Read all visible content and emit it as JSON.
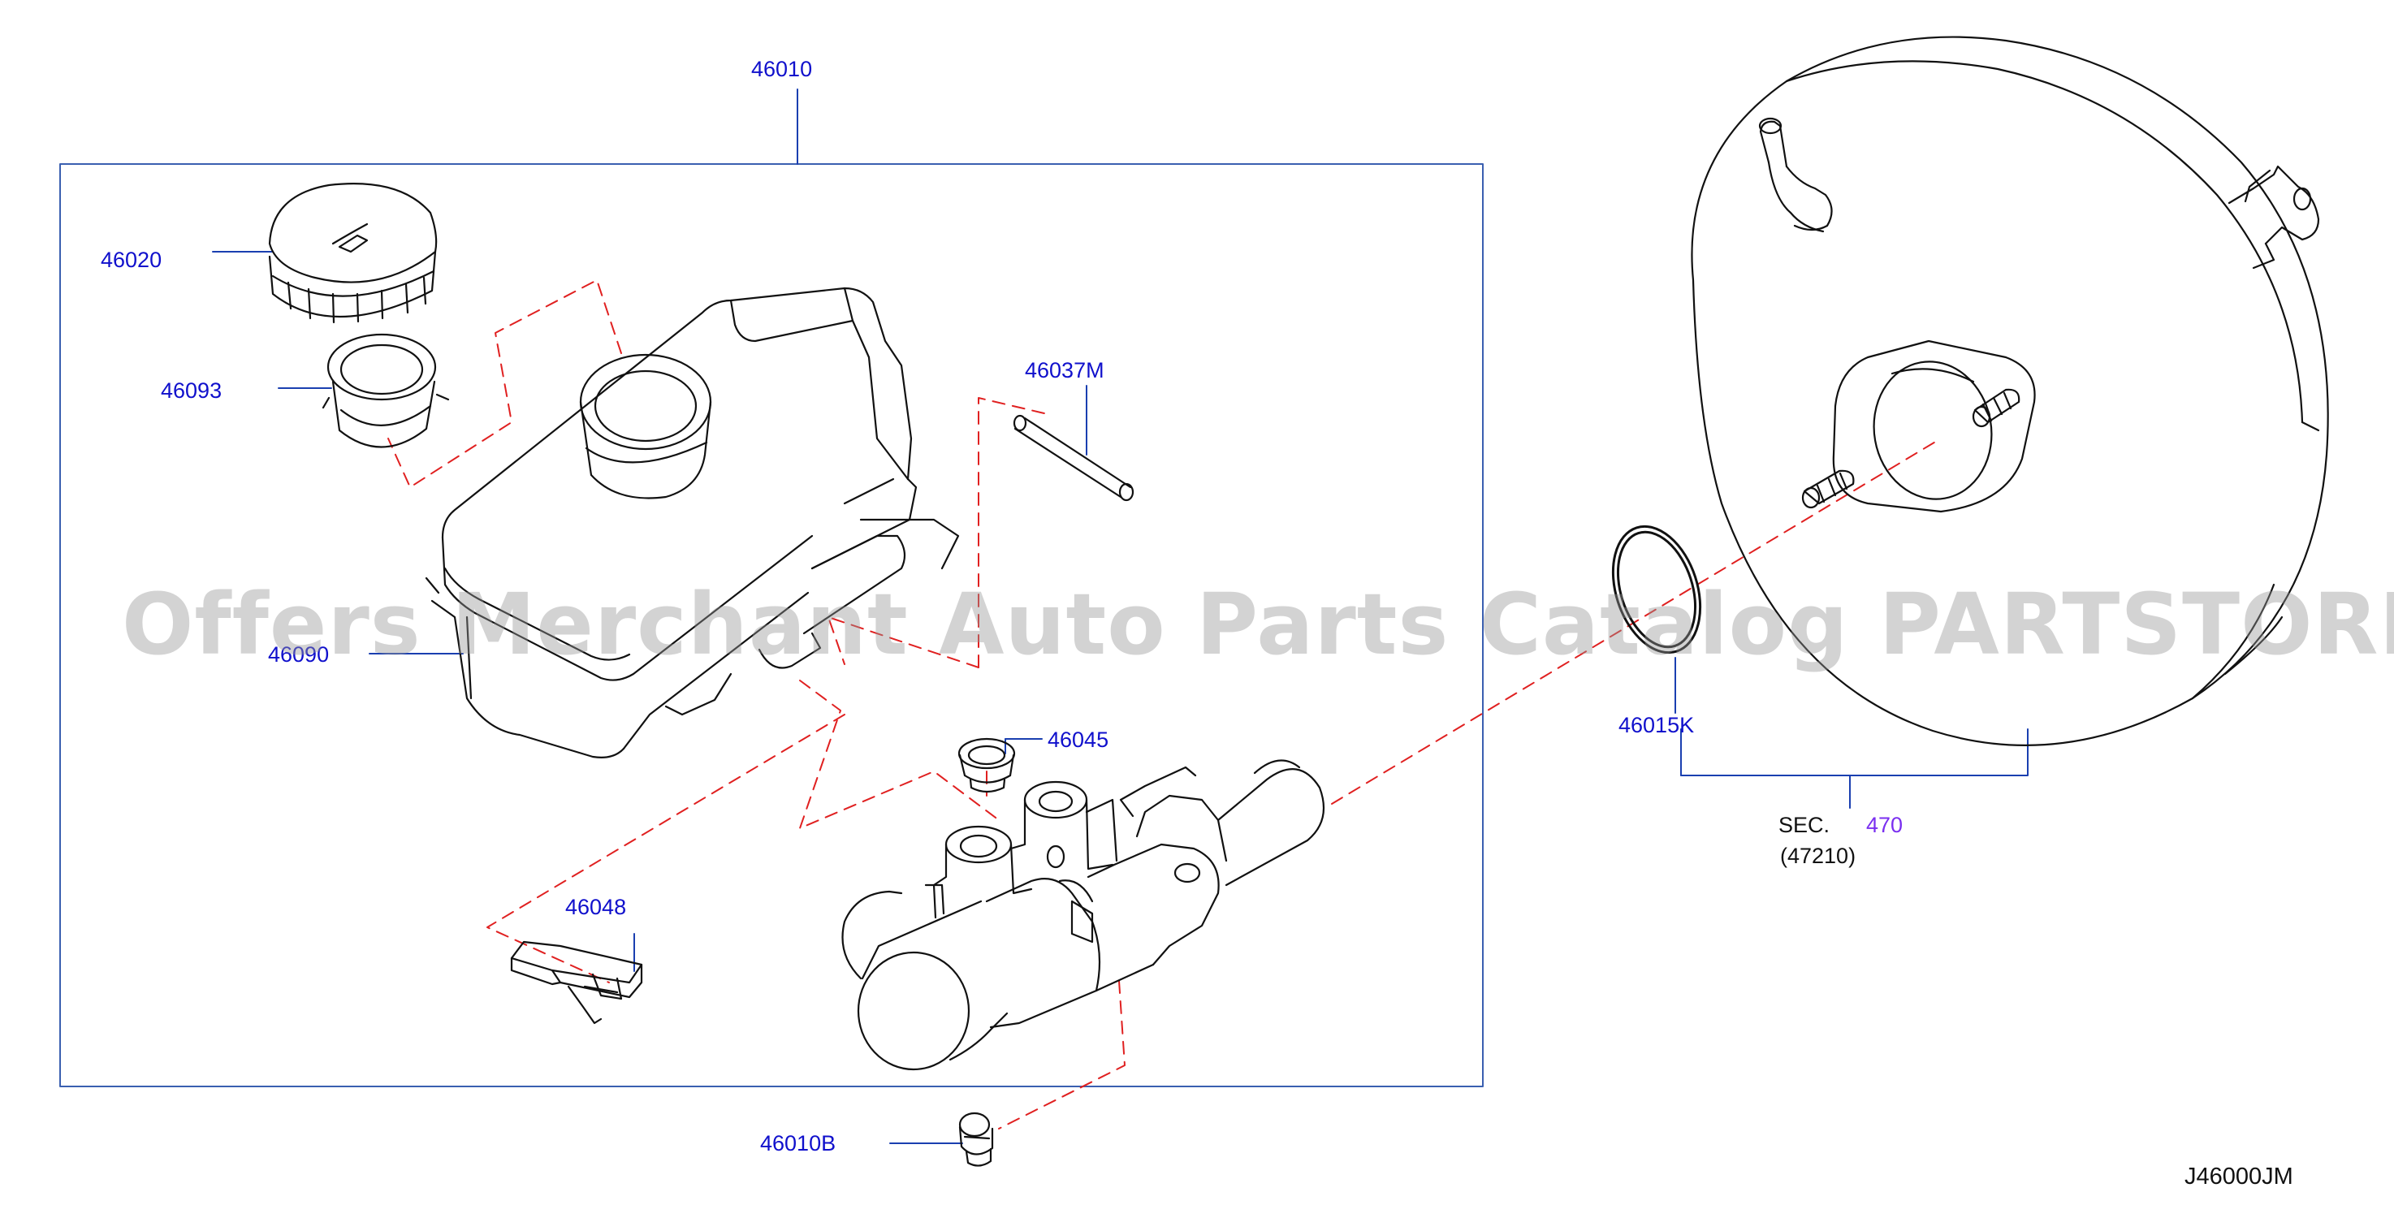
{
  "diagram": {
    "labels": {
      "assembly": "46010",
      "cap": "46020",
      "strainer": "46093",
      "reservoir": "46090",
      "pin": "46037M",
      "grommet": "46045",
      "connector": "46048",
      "nut": "46010B",
      "oring": "46015K",
      "sec_prefix": "SEC.",
      "sec_number": "470",
      "sec_part": "(47210)",
      "drawing_code": "J46000JM"
    },
    "watermark": "Offers Merchant Auto Parts Catalog PARTSTORE.SA",
    "colors": {
      "label": "#1010cc",
      "leader": "#1a3fb0",
      "frame": "#3a5fb0",
      "dashed": "#e02020",
      "line_art": "#111111",
      "sec_number": "#7a2ff0"
    }
  }
}
